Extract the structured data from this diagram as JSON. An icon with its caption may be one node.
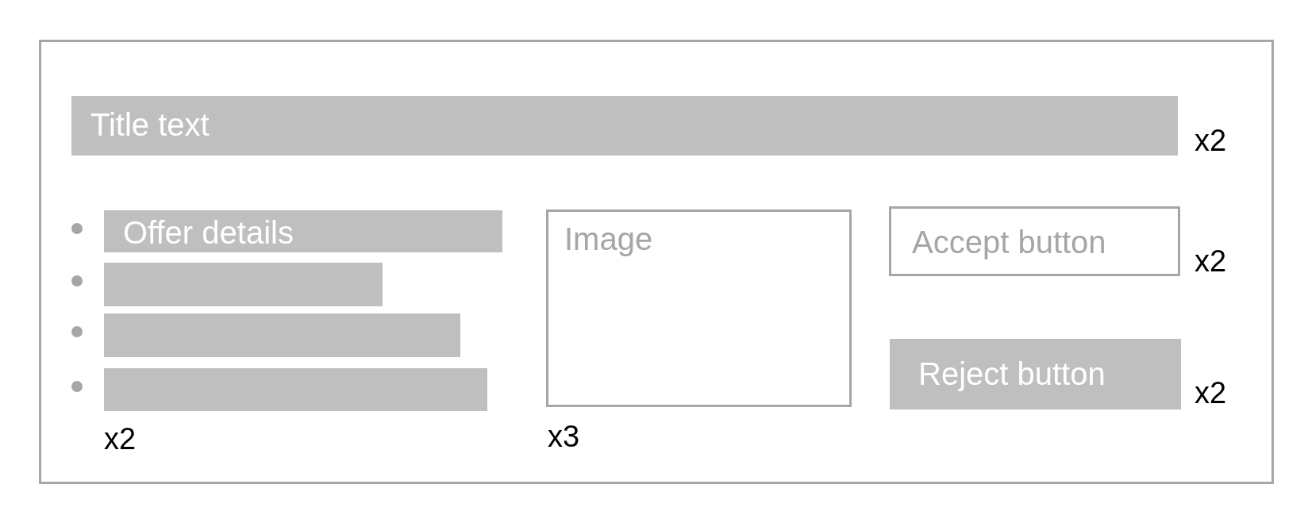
{
  "diagram": {
    "nodes": [
      {
        "text": [],
        "shape": "box"
      },
      {
        "text": [
          "Title text"
        ],
        "in": 0,
        "beside": [
          "x2"
        ]
      },
      {
        "text": [
          "Offer details"
        ],
        "in": 0
      },
      {
        "text": [],
        "shape": "bar",
        "in": 0
      },
      {
        "text": [],
        "shape": "bar",
        "in": 0
      },
      {
        "text": [],
        "shape": "bar",
        "in": 0,
        "beside": [
          "x2"
        ]
      },
      {
        "text": [
          "Image"
        ],
        "in": 0,
        "beside": [
          "x3"
        ]
      },
      {
        "text": [
          "Accept button"
        ],
        "in": 0,
        "beside": [
          "x2"
        ]
      },
      {
        "text": [
          "Reject button"
        ],
        "in": 0,
        "beside": [
          "x2"
        ]
      }
    ]
  }
}
